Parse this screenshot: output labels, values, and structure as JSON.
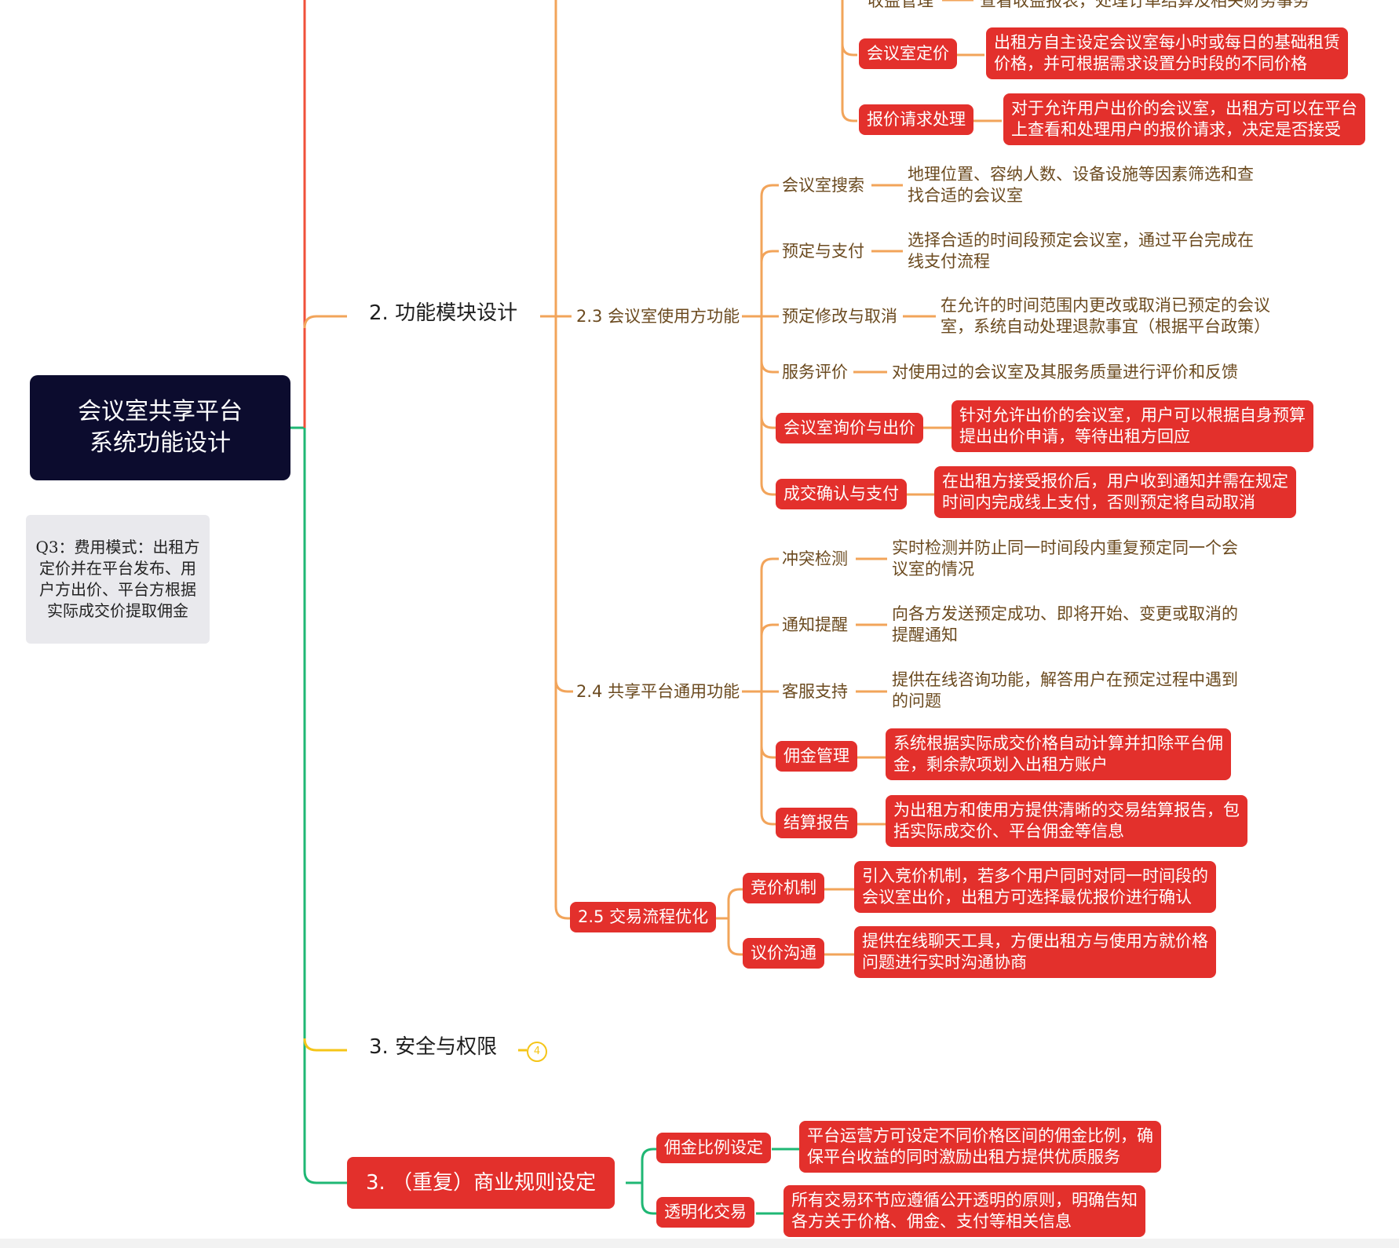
{
  "root": {
    "line1": "会议室共享平台",
    "line2": "系统功能设计"
  },
  "note": {
    "text": "Q3：费用模式：出租方定价并在平台发布、用户方出价、平台方根据实际成交价提取佣金"
  },
  "branches": {
    "functional": "2. 功能模块设计",
    "security": "3. 安全与权限",
    "security_badge": "4",
    "business": "3. （重复）商业规则设定"
  },
  "owner_items": [
    {
      "label": "收益管理",
      "desc": "查看收益报表，处理订单结算及相关财务事务"
    },
    {
      "label": "会议室定价",
      "desc1": "出租方自主设定会议室每小时或每日的基础租赁",
      "desc2": "价格，并可根据需求设置分时段的不同价格"
    },
    {
      "label": "报价请求处理",
      "desc1": "对于允许用户出价的会议室，出租方可以在平台",
      "desc2": "上查看和处理用户的报价请求，决定是否接受"
    }
  ],
  "s23": {
    "title": "2.3 会议室使用方功能",
    "items": [
      {
        "label": "会议室搜索",
        "desc1": "地理位置、容纳人数、设备设施等因素筛选和查",
        "desc2": "找合适的会议室"
      },
      {
        "label": "预定与支付",
        "desc1": "选择合适的时间段预定会议室，通过平台完成在",
        "desc2": "线支付流程"
      },
      {
        "label": "预定修改与取消",
        "desc1": "在允许的时间范围内更改或取消已预定的会议",
        "desc2": "室，系统自动处理退款事宜（根据平台政策）"
      },
      {
        "label": "服务评价",
        "desc1": "对使用过的会议室及其服务质量进行评价和反馈"
      },
      {
        "label": "会议室询价与出价",
        "desc1": "针对允许出价的会议室，用户可以根据自身预算",
        "desc2": "提出出价申请，等待出租方回应"
      },
      {
        "label": "成交确认与支付",
        "desc1": "在出租方接受报价后，用户收到通知并需在规定",
        "desc2": "时间内完成线上支付，否则预定将自动取消"
      }
    ]
  },
  "s24": {
    "title": "2.4 共享平台通用功能",
    "items": [
      {
        "label": "冲突检测",
        "desc1": "实时检测并防止同一时间段内重复预定同一个会",
        "desc2": "议室的情况"
      },
      {
        "label": "通知提醒",
        "desc1": "向各方发送预定成功、即将开始、变更或取消的",
        "desc2": "提醒通知"
      },
      {
        "label": "客服支持",
        "desc1": "提供在线咨询功能，解答用户在预定过程中遇到",
        "desc2": "的问题"
      },
      {
        "label": "佣金管理",
        "desc1": "系统根据实际成交价格自动计算并扣除平台佣",
        "desc2": "金，剩余款项划入出租方账户"
      },
      {
        "label": "结算报告",
        "desc1": "为出租方和使用方提供清晰的交易结算报告，包",
        "desc2": "括实际成交价、平台佣金等信息"
      }
    ]
  },
  "s25": {
    "title": "2.5 交易流程优化",
    "items": [
      {
        "label": "竞价机制",
        "desc1": "引入竞价机制，若多个用户同时对同一时间段的",
        "desc2": "会议室出价，出租方可选择最优报价进行确认"
      },
      {
        "label": "议价沟通",
        "desc1": "提供在线聊天工具，方便出租方与使用方就价格",
        "desc2": "问题进行实时沟通协商"
      }
    ]
  },
  "s3": {
    "items": [
      {
        "label": "佣金比例设定",
        "desc1": "平台运营方可设定不同价格区间的佣金比例，确",
        "desc2": "保平台收益的同时激励出租方提供优质服务"
      },
      {
        "label": "透明化交易",
        "desc1": "所有交易环节应遵循公开透明的原则，明确告知",
        "desc2": "各方关于价格、佣金、支付等相关信息"
      }
    ]
  },
  "colors": {
    "root": "#0c0c2e",
    "red_node": "#e3302c",
    "orange_line": "#f2a45a",
    "red_line": "#f0503a",
    "green_line": "#1fb774",
    "yellow_line": "#f5c518"
  }
}
